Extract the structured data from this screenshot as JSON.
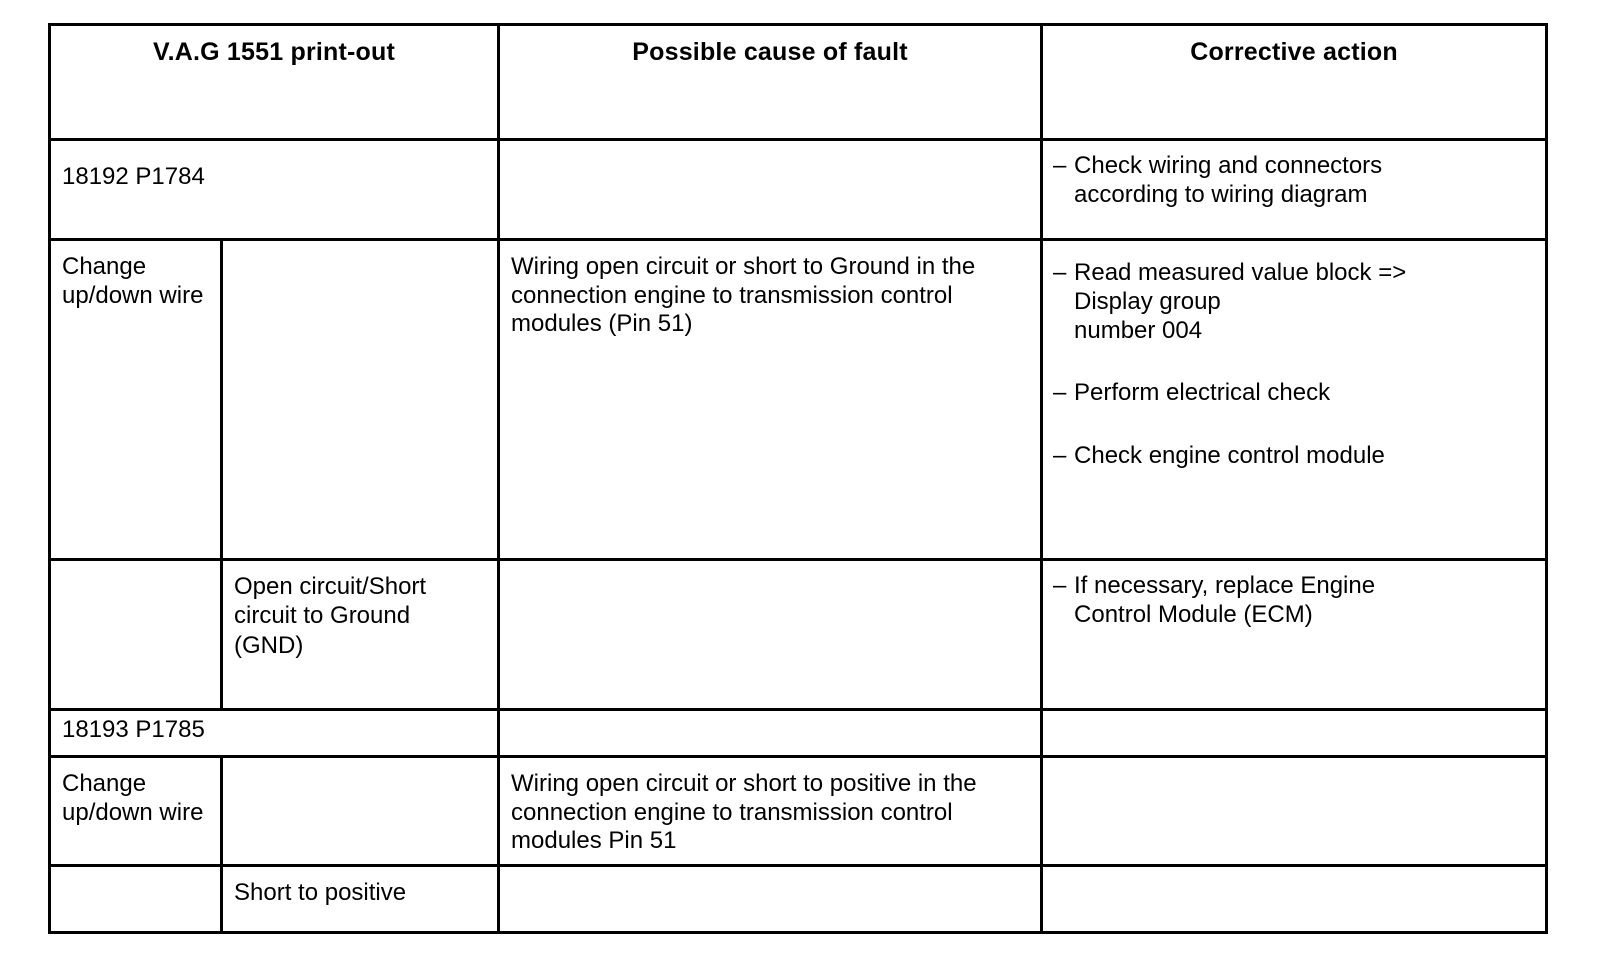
{
  "table": {
    "headers": [
      {
        "label": "V.A.G 1551 print-out"
      },
      {
        "label": "Possible cause of fault"
      },
      {
        "label": "Corrective action"
      }
    ],
    "sections": [
      {
        "code": "18192 P1784",
        "code_actions": [
          {
            "bullet": "–",
            "text": "Check wiring and connectors\naccording to wiring diagram"
          }
        ],
        "rows": [
          {
            "printout_a": "Change\nup/down wire",
            "printout_b": "",
            "cause": "Wiring open circuit or short to Ground in the\nconnection engine to transmission control\nmodules (Pin 51)",
            "actions": [
              {
                "bullet": "–",
                "text": "Read measured value block =>\nDisplay group\nnumber 004"
              },
              {
                "bullet": "–",
                "text": "Perform electrical check"
              },
              {
                "bullet": "–",
                "text": "Check engine control module"
              }
            ]
          },
          {
            "printout_a": "",
            "printout_b": "Open circuit/Short\ncircuit to Ground\n(GND)",
            "cause": "",
            "actions": [
              {
                "bullet": "–",
                "text": "If necessary, replace Engine\nControl Module (ECM)"
              }
            ]
          }
        ]
      },
      {
        "code": "18193 P1785",
        "code_actions": [],
        "rows": [
          {
            "printout_a": "Change\nup/down wire",
            "printout_b": "",
            "cause": "Wiring open circuit or short to positive in the\nconnection engine to transmission control\nmodules Pin 51",
            "actions": []
          },
          {
            "printout_a": "",
            "printout_b": "Short to positive",
            "cause": "",
            "actions": []
          }
        ]
      }
    ]
  },
  "colors": {
    "border": "#000000",
    "text": "#000000",
    "background": "#ffffff"
  }
}
